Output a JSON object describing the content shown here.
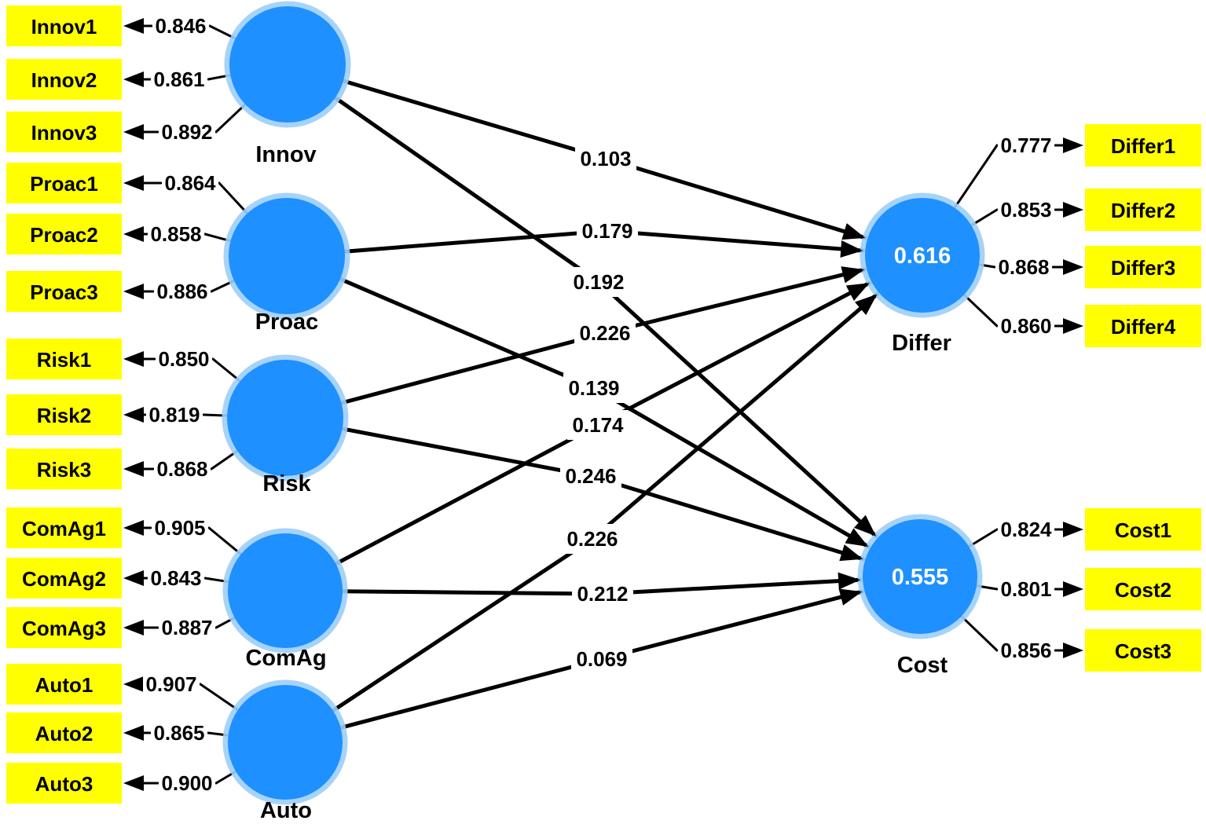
{
  "diagram": {
    "type": "pls-sem-path-model",
    "colors": {
      "construct_fill": "#1E90FF",
      "construct_halo": "#9CCEF8",
      "indicator_fill": "#FFFF00",
      "line": "#000000",
      "text": "#000000",
      "construct_text": "#FFFFFF",
      "background": "#FFFFFF"
    },
    "constructs": [
      {
        "name": "Innov",
        "type": "exogenous",
        "indicators": [
          {
            "name": "Innov1",
            "loading": "0.846"
          },
          {
            "name": "Innov2",
            "loading": "0.861"
          },
          {
            "name": "Innov3",
            "loading": "0.892"
          }
        ]
      },
      {
        "name": "Proac",
        "type": "exogenous",
        "indicators": [
          {
            "name": "Proac1",
            "loading": "0.864"
          },
          {
            "name": "Proac2",
            "loading": "0.858"
          },
          {
            "name": "Proac3",
            "loading": "0.886"
          }
        ]
      },
      {
        "name": "Risk",
        "type": "exogenous",
        "indicators": [
          {
            "name": "Risk1",
            "loading": "0.850"
          },
          {
            "name": "Risk2",
            "loading": "0.819"
          },
          {
            "name": "Risk3",
            "loading": "0.868"
          }
        ]
      },
      {
        "name": "ComAg",
        "type": "exogenous",
        "indicators": [
          {
            "name": "ComAg1",
            "loading": "0.905"
          },
          {
            "name": "ComAg2",
            "loading": "0.843"
          },
          {
            "name": "ComAg3",
            "loading": "0.887"
          }
        ]
      },
      {
        "name": "Auto",
        "type": "exogenous",
        "indicators": [
          {
            "name": "Auto1",
            "loading": "0.907"
          },
          {
            "name": "Auto2",
            "loading": "0.865"
          },
          {
            "name": "Auto3",
            "loading": "0.900"
          }
        ]
      },
      {
        "name": "Differ",
        "type": "endogenous",
        "r_squared": "0.616",
        "indicators": [
          {
            "name": "Differ1",
            "loading": "0.777"
          },
          {
            "name": "Differ2",
            "loading": "0.853"
          },
          {
            "name": "Differ3",
            "loading": "0.868"
          },
          {
            "name": "Differ4",
            "loading": "0.860"
          }
        ]
      },
      {
        "name": "Cost",
        "type": "endogenous",
        "r_squared": "0.555",
        "indicators": [
          {
            "name": "Cost1",
            "loading": "0.824"
          },
          {
            "name": "Cost2",
            "loading": "0.801"
          },
          {
            "name": "Cost3",
            "loading": "0.856"
          }
        ]
      }
    ],
    "paths": [
      {
        "from": "Innov",
        "to": "Differ",
        "coefficient": "0.103"
      },
      {
        "from": "Proac",
        "to": "Differ",
        "coefficient": "0.179"
      },
      {
        "from": "Innov",
        "to": "Cost",
        "coefficient": "0.192"
      },
      {
        "from": "Risk",
        "to": "Differ",
        "coefficient": "0.226"
      },
      {
        "from": "Proac",
        "to": "Cost",
        "coefficient": "0.139"
      },
      {
        "from": "ComAg",
        "to": "Differ",
        "coefficient": "0.174"
      },
      {
        "from": "Risk",
        "to": "Cost",
        "coefficient": "0.246"
      },
      {
        "from": "Auto",
        "to": "Differ",
        "coefficient": "0.226"
      },
      {
        "from": "ComAg",
        "to": "Cost",
        "coefficient": "0.212"
      },
      {
        "from": "Auto",
        "to": "Cost",
        "coefficient": "0.069"
      }
    ]
  }
}
